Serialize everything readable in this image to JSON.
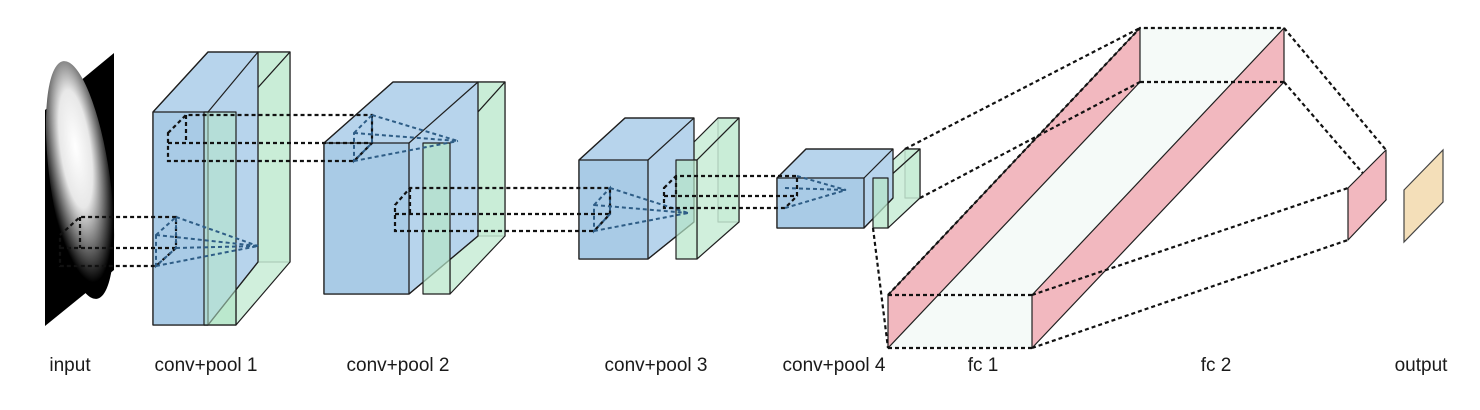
{
  "diagram": {
    "labels": {
      "input": "input",
      "conv1": "conv+pool 1",
      "conv2": "conv+pool 2",
      "conv3": "conv+pool 3",
      "conv4": "conv+pool 4",
      "fc1": "fc 1",
      "fc2": "fc 2",
      "output": "output"
    },
    "colors": {
      "conv_block": "#b7d4ec",
      "pool_block": "#c8ecd6",
      "fc_slice": "#f2b8bf",
      "output": "#f4dfb9",
      "input_image": "#000000"
    }
  }
}
